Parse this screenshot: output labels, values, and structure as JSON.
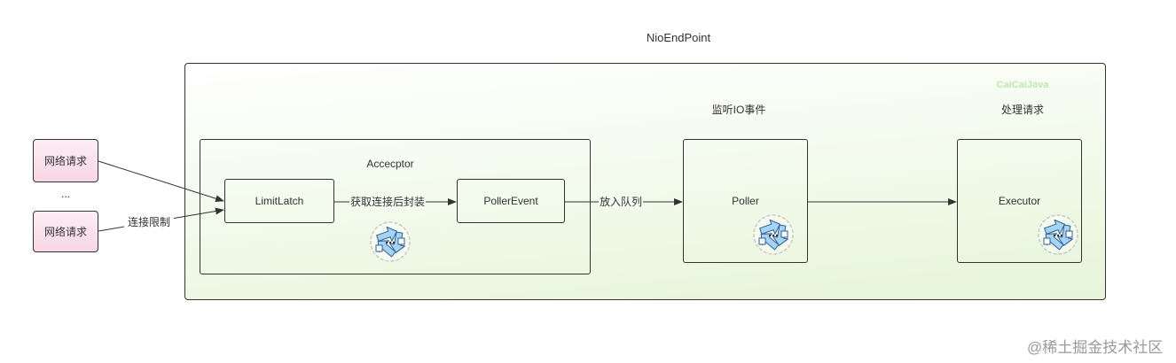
{
  "title": "NioEndPoint",
  "watermark": "CaiCaiJava",
  "requests": {
    "top": "网络请求",
    "ellipsis": "...",
    "bottom": "网络请求"
  },
  "acceptor": {
    "label": "Accecptor",
    "limit_latch": "LimitLatch",
    "poller_event": "PollerEvent"
  },
  "poller": {
    "caption": "监听IO事件",
    "label": "Poller"
  },
  "executor": {
    "caption": "处理请求",
    "label": "Executor"
  },
  "edges": {
    "connection_limit": "连接限制",
    "wrap_after_accept": "获取连接后封装",
    "enqueue": "放入队列"
  },
  "footer_watermark": "@稀土掘金技术社区",
  "icons": {
    "acceptor": "recycle-icon",
    "poller": "recycle-icon",
    "executor": "recycle-icon"
  },
  "colors": {
    "container_top": "#ffffff",
    "container_bottom": "#e6f5d9",
    "request_box": "#f8d6e5",
    "watermark_green": "#bfe8ab",
    "icon_blue": "#a6d2f4",
    "border": "#333333"
  }
}
